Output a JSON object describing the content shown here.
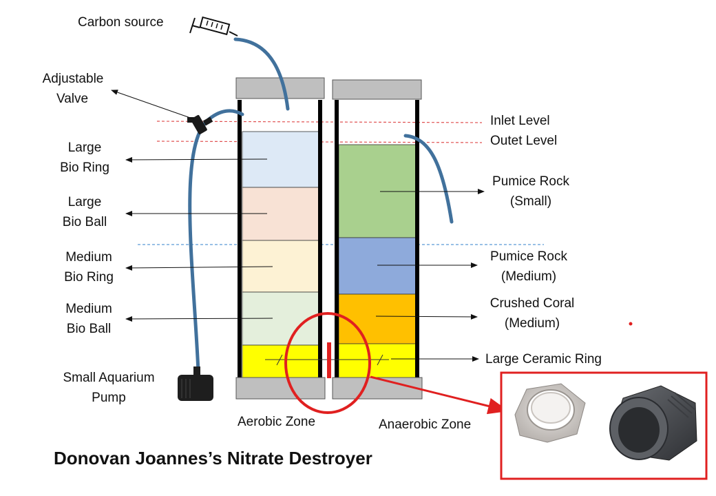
{
  "title": "Donovan Joannes’s Nitrate Destroyer",
  "labels": {
    "carbon_source": "Carbon source",
    "valve_1": "Adjustable",
    "valve_2": "Valve",
    "pump_1": "Small Aquarium",
    "pump_2": "Pump",
    "inlet_level": "Inlet Level",
    "outlet_level": "Outet Level",
    "aerobic_zone": "Aerobic Zone",
    "anaerobic_zone": "Anaerobic Zone"
  },
  "aerobic_layers": [
    {
      "line1": "Large",
      "line2": "Bio Ring",
      "color": "#dde9f6"
    },
    {
      "line1": "Large",
      "line2": "Bio Ball",
      "color": "#f8e2d5"
    },
    {
      "line1": "Medium",
      "line2": "Bio Ring",
      "color": "#fdf2d4"
    },
    {
      "line1": "Medium",
      "line2": "Bio Ball",
      "color": "#e4efdc"
    },
    {
      "line1": "",
      "line2": "",
      "color": "#ffff00"
    }
  ],
  "anaerobic_layers": [
    {
      "line1": "Pumice Rock",
      "line2": "(Small)",
      "color": "#a9d08e"
    },
    {
      "line1": "Pumice Rock",
      "line2": "(Medium)",
      "color": "#8eaadb"
    },
    {
      "line1": "Crushed Coral",
      "line2": "(Medium)",
      "color": "#ffc000"
    },
    {
      "line1": "Large Ceramic Ring",
      "line2": "",
      "color": "#ffff00"
    }
  ],
  "colors": {
    "tube": "#41719c",
    "cap": "#bfbfbf",
    "highlight": "#e02020",
    "level_line": "#e05050",
    "water_line": "#5b9bd5"
  }
}
